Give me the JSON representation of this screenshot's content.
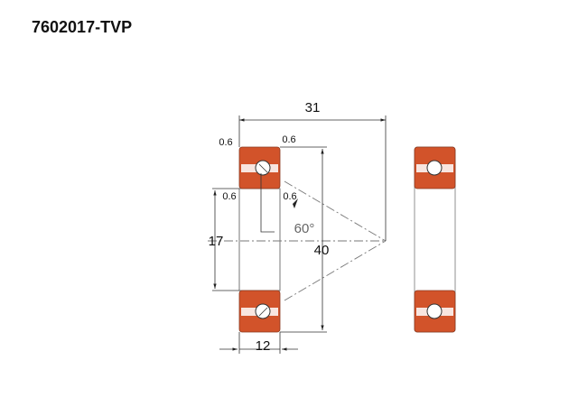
{
  "title": "7602017-TVP",
  "dimensions": {
    "width_overall": "31",
    "outer_diameter": "40",
    "bore": "17",
    "width": "12",
    "angle": "60°",
    "chamfer_outer_left": "0.6",
    "chamfer_outer_right": "0.6",
    "chamfer_inner_left": "0.6",
    "chamfer_inner_right": "0.6"
  },
  "colors": {
    "ring": "#d2532a"
  }
}
